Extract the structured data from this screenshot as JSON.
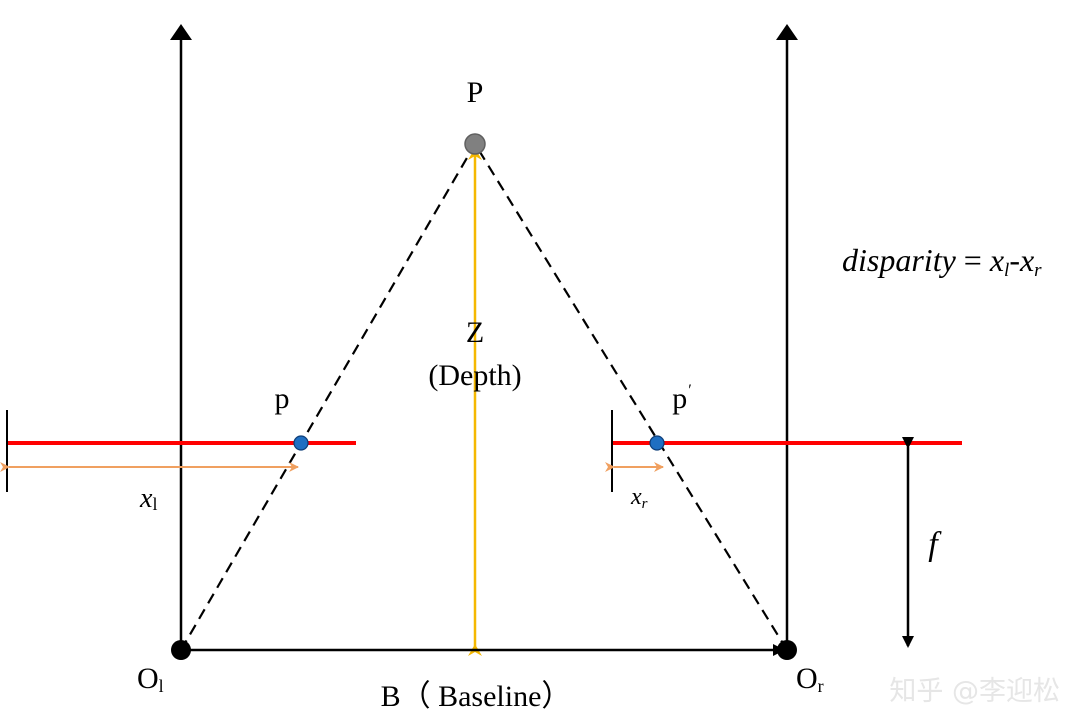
{
  "colors": {
    "axis": "#000000",
    "image_plane": "#ff0000",
    "depth_arrow": "#f5b800",
    "offset_arrow": "#f0a060",
    "image_point": "#1f6fc2",
    "object_point": "#808080",
    "watermark": "#e6e6e6"
  },
  "labels": {
    "object_point": "P",
    "left_image_point": "p",
    "right_image_point": "p",
    "right_image_point_prime": "′",
    "depth_z": "Z",
    "depth_text": "(Depth)",
    "left_offset_var": "x",
    "left_offset_sub": "l",
    "right_offset_var": "x",
    "right_offset_sub": "r",
    "focal_length": "f",
    "left_origin": "O",
    "left_origin_sub": "l",
    "right_origin": "O",
    "right_origin_sub": "r",
    "baseline": "B（ Baseline）"
  },
  "formula": {
    "lhs": "disparity",
    "eq": " = ",
    "x1": "x",
    "sub1": "l",
    "minus": "-",
    "x2": "x",
    "sub2": "r"
  },
  "watermark": {
    "text": "知乎 @李迎松"
  }
}
